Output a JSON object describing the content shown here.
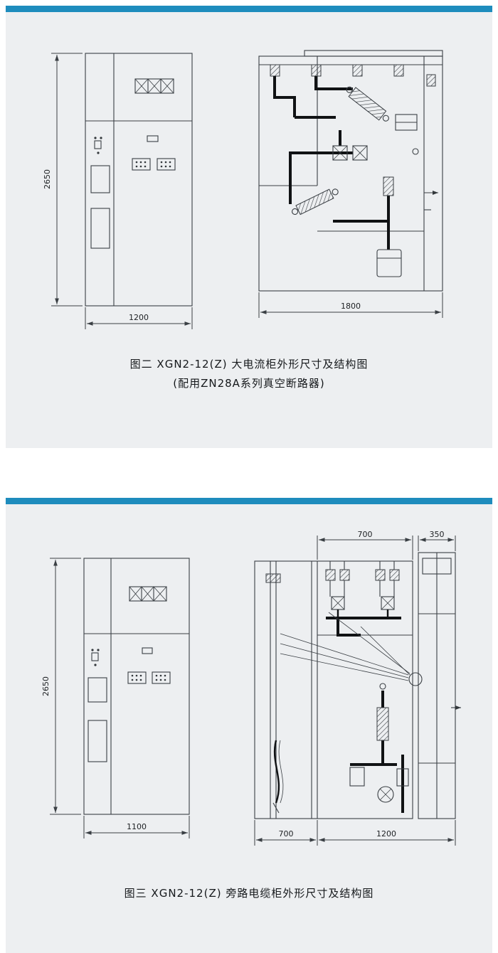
{
  "colors": {
    "accent_bar": "#1e8cbd",
    "panel_bg": "#edeff1",
    "line": "#3a3f44"
  },
  "figure2": {
    "caption_line1": "图二  XGN2-12(Z)  大电流柜外形尺寸及结构图",
    "caption_line2": "(配用ZN28A系列真空断路器)",
    "front_view": {
      "height_dim": "2650",
      "width_dim": "1200"
    },
    "side_view": {
      "width_dim": "1800"
    }
  },
  "figure3": {
    "caption": "图三  XGN2-12(Z)  旁路电缆柜外形尺寸及结构图",
    "front_view": {
      "height_dim": "2650",
      "width_dim": "1100"
    },
    "side_view": {
      "top_dim_left": "700",
      "top_dim_right": "350",
      "bottom_dim_left": "700",
      "bottom_dim_right": "1200"
    }
  }
}
